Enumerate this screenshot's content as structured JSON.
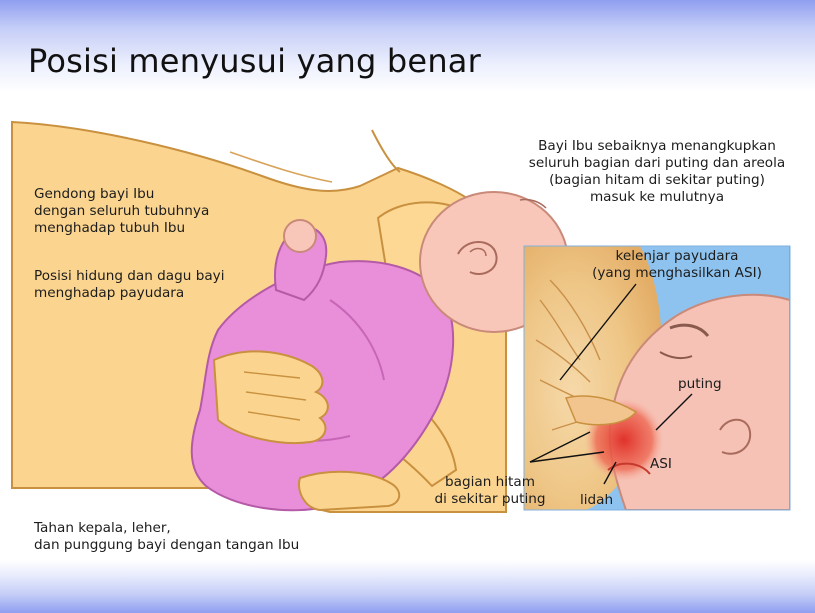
{
  "title": "Posisi menyusui yang benar",
  "labels": {
    "hold_baby": [
      "Gendong bayi Ibu",
      "dengan seluruh tubuhnya",
      "menghadap tubuh Ibu"
    ],
    "nose_chin": [
      "Posisi hidung dan dagu bayi",
      "menghadap payudara"
    ],
    "support": [
      "Tahan kepala, leher,",
      "dan punggung bayi dengan tangan Ibu"
    ],
    "latch": [
      "Bayi Ibu sebaiknya menangkupkan",
      "seluruh bagian dari puting dan areola",
      "(bagian hitam di sekitar puting)",
      "masuk ke mulutnya"
    ],
    "gland": [
      "kelenjar payudara",
      "(yang menghasilkan ASI)"
    ],
    "nipple": "puting",
    "milk": "ASI",
    "areola": [
      "bagian hitam",
      "di sekitar puting"
    ],
    "tongue": "lidah"
  },
  "colors": {
    "skin": "#fbd58f",
    "skin_outline": "#c9913f",
    "baby_skin": "#f9c7b9",
    "onesie": "#e98ed8",
    "onesie_shade": "#c766b6",
    "inset_bg": "#8fc3ef",
    "band": "#8f9ef0"
  }
}
